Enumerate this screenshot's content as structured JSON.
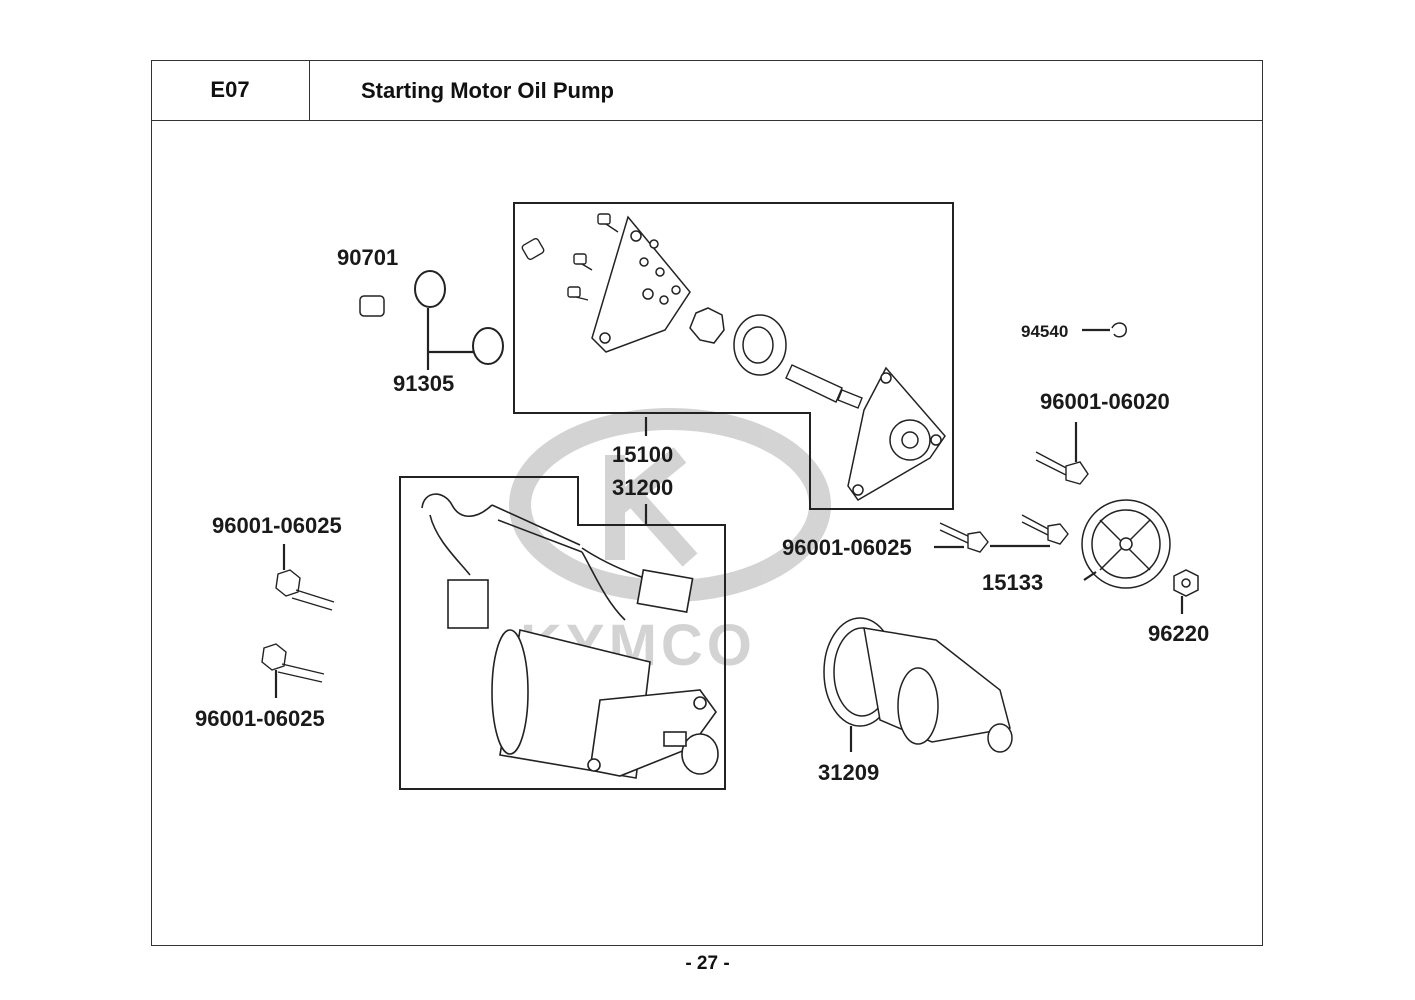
{
  "section": {
    "code": "E07",
    "title": "Starting Motor  Oil Pump"
  },
  "watermark": {
    "brand": "KYMCO"
  },
  "parts": {
    "p90701": "90701",
    "p91305": "91305",
    "p15100": "15100",
    "p31200": "31200",
    "p94540": "94540",
    "p96001_06020": "96001-06020",
    "p96001_06025_left_top": "96001-06025",
    "p96001_06025_left_bottom": "96001-06025",
    "p96001_06025_right": "96001-06025",
    "p15133": "15133",
    "p96220": "96220",
    "p31209": "31209"
  },
  "page": {
    "number": "- 27 -"
  }
}
